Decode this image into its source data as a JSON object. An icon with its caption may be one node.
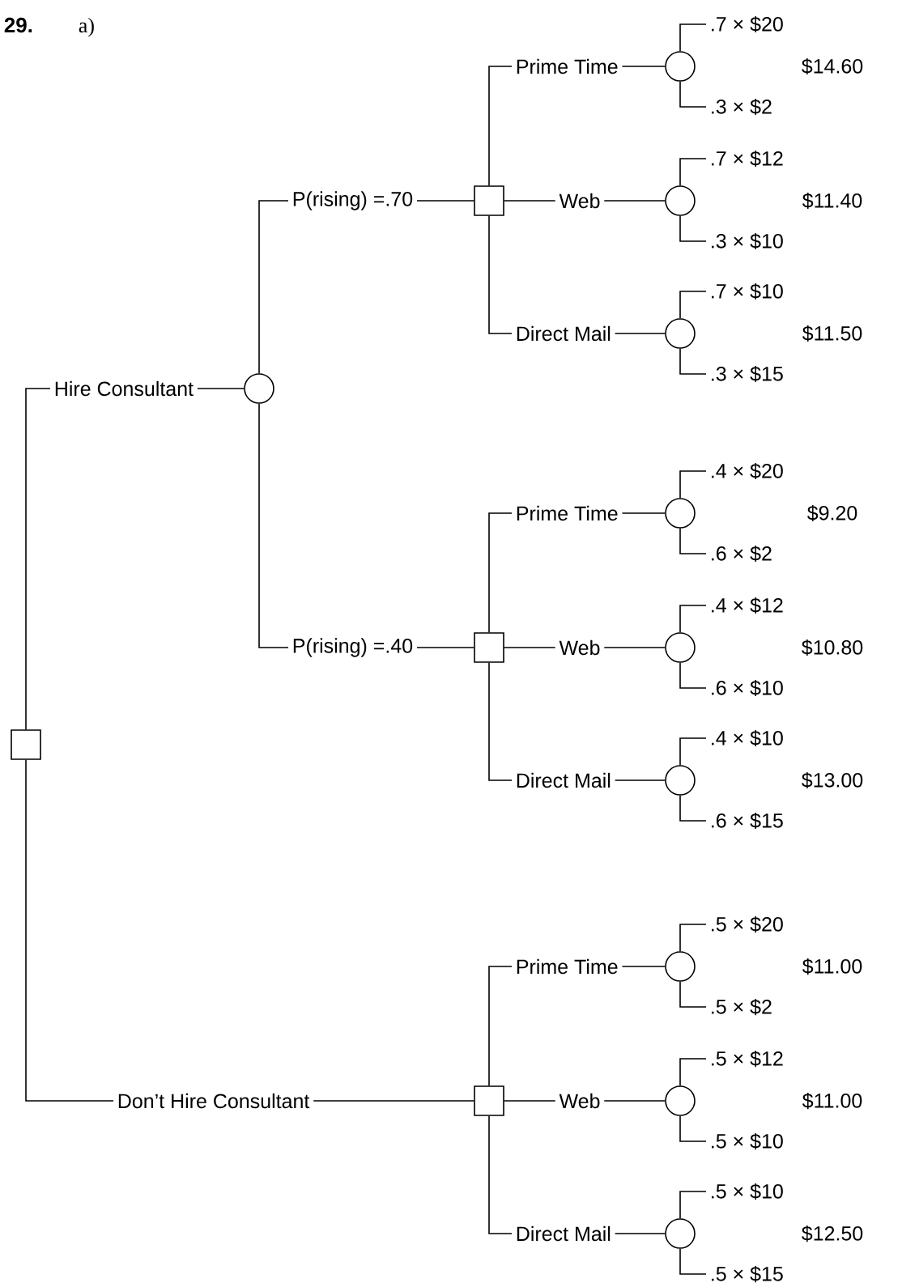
{
  "diagram": {
    "nodes": [
      {
        "text": [],
        "shape": "box"
      },
      {
        "text": [
          "Hire Consultant"
        ]
      },
      {
        "text": [],
        "shape": "circle"
      },
      {
        "text": [
          "P(rising) =.70"
        ]
      },
      {
        "text": [],
        "shape": "box"
      },
      {
        "text": [
          "Prime Time"
        ]
      },
      {
        "text": [],
        "shape": "circle"
      },
      {
        "text": [
          ".7 × $20"
        ]
      },
      {
        "text": [
          ".3 × $2"
        ]
      },
      {
        "text": [
          "Web"
        ]
      },
      {
        "text": [],
        "shape": "circle"
      },
      {
        "text": [
          ".7 × $12"
        ]
      },
      {
        "text": [
          ".3 × $10"
        ]
      },
      {
        "text": [
          "Direct Mail"
        ]
      },
      {
        "text": [],
        "shape": "circle"
      },
      {
        "text": [
          ".7 × $10"
        ]
      },
      {
        "text": [
          ".3 × $15"
        ]
      },
      {
        "text": [
          "P(rising) =.40"
        ]
      },
      {
        "text": [],
        "shape": "box"
      },
      {
        "text": [
          "Prime Time"
        ]
      },
      {
        "text": [],
        "shape": "circle"
      },
      {
        "text": [
          ".4 × $20"
        ]
      },
      {
        "text": [
          ".6 × $2"
        ]
      },
      {
        "text": [
          "Web"
        ]
      },
      {
        "text": [],
        "shape": "circle"
      },
      {
        "text": [
          ".4 × $12"
        ]
      },
      {
        "text": [
          ".6 × $10"
        ]
      },
      {
        "text": [
          "Direct Mail"
        ]
      },
      {
        "text": [],
        "shape": "circle"
      },
      {
        "text": [
          ".4 × $10"
        ]
      },
      {
        "text": [
          ".6 × $15"
        ]
      },
      {
        "text": [
          "Don’t Hire Consultant"
        ]
      },
      {
        "text": [],
        "shape": "box"
      },
      {
        "text": [
          "Prime Time"
        ]
      },
      {
        "text": [],
        "shape": "circle"
      },
      {
        "text": [
          ".5 × $20"
        ]
      },
      {
        "text": [
          ".5 × $2"
        ]
      },
      {
        "text": [
          "Web"
        ]
      },
      {
        "text": [],
        "shape": "circle"
      },
      {
        "text": [
          ".5 × $12"
        ]
      },
      {
        "text": [
          ".5 × $10"
        ]
      },
      {
        "text": [
          "Direct Mail"
        ]
      },
      {
        "text": [],
        "shape": "circle"
      },
      {
        "text": [
          ".5 × $10"
        ]
      },
      {
        "text": [
          ".5 × $15"
        ]
      }
    ],
    "edges": [
      {
        "from": 0,
        "to": 1,
        "arrow": "none"
      },
      {
        "from": 1,
        "to": 2,
        "arrow": "none"
      },
      {
        "from": 2,
        "to": 3,
        "arrow": "none"
      },
      {
        "from": 3,
        "to": 4,
        "arrow": "none"
      },
      {
        "from": 4,
        "to": 5,
        "arrow": "none"
      },
      {
        "from": 5,
        "to": 6,
        "arrow": "none"
      },
      {
        "from": 6,
        "to": 7,
        "arrow": "none"
      },
      {
        "from": 6,
        "to": 8,
        "arrow": "none"
      },
      {
        "from": 4,
        "to": 9,
        "arrow": "none"
      },
      {
        "from": 9,
        "to": 10,
        "arrow": "none"
      },
      {
        "from": 10,
        "to": 11,
        "arrow": "none"
      },
      {
        "from": 10,
        "to": 12,
        "arrow": "none"
      },
      {
        "from": 4,
        "to": 13,
        "arrow": "none"
      },
      {
        "from": 13,
        "to": 14,
        "arrow": "none"
      },
      {
        "from": 14,
        "to": 15,
        "arrow": "none"
      },
      {
        "from": 14,
        "to": 16,
        "arrow": "none"
      },
      {
        "from": 2,
        "to": 17,
        "arrow": "none"
      },
      {
        "from": 17,
        "to": 18,
        "arrow": "none"
      },
      {
        "from": 18,
        "to": 19,
        "arrow": "none"
      },
      {
        "from": 19,
        "to": 20,
        "arrow": "none"
      },
      {
        "from": 20,
        "to": 21,
        "arrow": "none"
      },
      {
        "from": 20,
        "to": 22,
        "arrow": "none"
      },
      {
        "from": 18,
        "to": 23,
        "arrow": "none"
      },
      {
        "from": 23,
        "to": 24,
        "arrow": "none"
      },
      {
        "from": 24,
        "to": 25,
        "arrow": "none"
      },
      {
        "from": 24,
        "to": 26,
        "arrow": "none"
      },
      {
        "from": 18,
        "to": 27,
        "arrow": "none"
      },
      {
        "from": 27,
        "to": 28,
        "arrow": "none"
      },
      {
        "from": 28,
        "to": 29,
        "arrow": "none"
      },
      {
        "from": 28,
        "to": 30,
        "arrow": "none"
      },
      {
        "from": 0,
        "to": 31,
        "arrow": "none"
      },
      {
        "from": 31,
        "to": 32,
        "arrow": "none"
      },
      {
        "from": 32,
        "to": 33,
        "arrow": "none"
      },
      {
        "from": 33,
        "to": 34,
        "arrow": "none"
      },
      {
        "from": 34,
        "to": 35,
        "arrow": "none"
      },
      {
        "from": 34,
        "to": 36,
        "arrow": "none"
      },
      {
        "from": 32,
        "to": 37,
        "arrow": "none"
      },
      {
        "from": 37,
        "to": 38,
        "arrow": "none"
      },
      {
        "from": 38,
        "to": 39,
        "arrow": "none"
      },
      {
        "from": 38,
        "to": 40,
        "arrow": "none"
      },
      {
        "from": 32,
        "to": 41,
        "arrow": "none"
      },
      {
        "from": 41,
        "to": 42,
        "arrow": "none"
      },
      {
        "from": 42,
        "to": 43,
        "arrow": "none"
      },
      {
        "from": 42,
        "to": 44,
        "arrow": "none"
      }
    ],
    "labels": [
      "29.",
      "a)",
      "$14.60",
      "$11.40",
      "$11.50",
      "$9.20",
      "$10.80",
      "$13.00",
      "$11.00",
      "$11.00",
      "$12.50"
    ]
  }
}
